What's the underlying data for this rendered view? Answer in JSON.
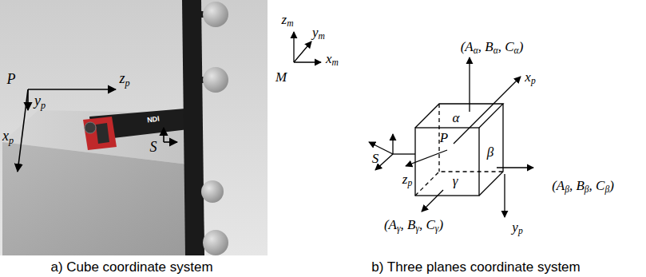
{
  "diagram": {
    "labels": [
      "P",
      "zp",
      "xp",
      "yp",
      "S",
      "NDI",
      "zm",
      "ym",
      "xm",
      "M",
      "(Aα, Bα, Cα)",
      "α",
      "xp",
      "P",
      "S",
      "zp",
      "β",
      "(Aβ, Bβ, Cβ)",
      "γ",
      "yp",
      "(Aγ, Bγ, Cγ)",
      "a) Cube coordinate system",
      "b) Three planes coordinate system"
    ]
  }
}
